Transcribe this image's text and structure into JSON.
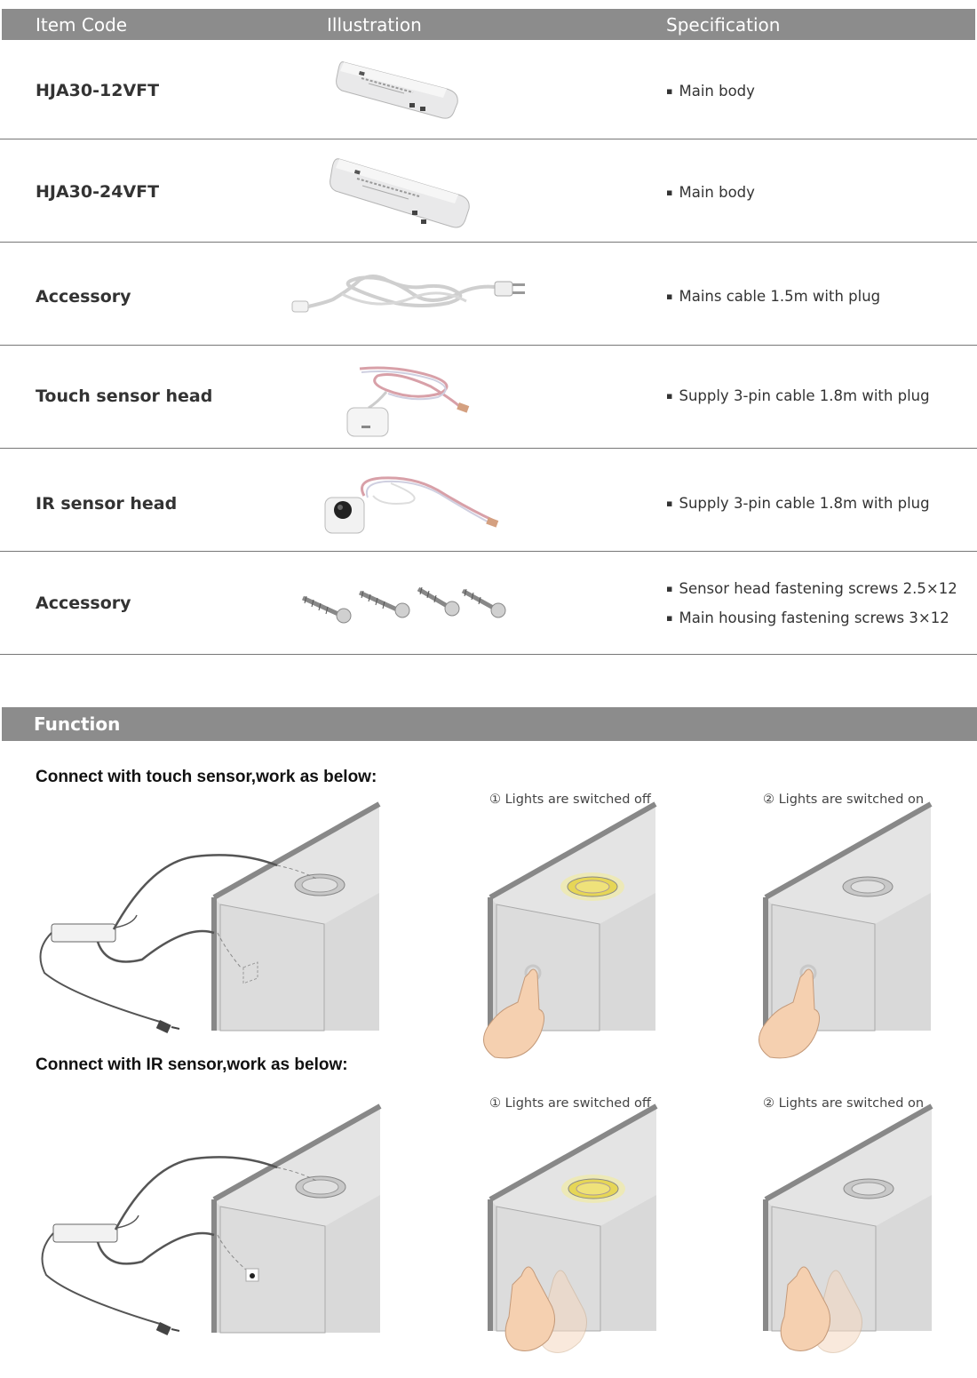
{
  "table": {
    "headers": {
      "code": "Item Code",
      "illustration": "Illustration",
      "specification": "Specification"
    },
    "rows": [
      {
        "code": "HJA30-12VFT",
        "specs": [
          "Main body"
        ]
      },
      {
        "code": "HJA30-24VFT",
        "specs": [
          "Main body"
        ]
      },
      {
        "code": "Accessory",
        "specs": [
          "Mains cable 1.5m with  plug"
        ]
      },
      {
        "code": "Touch sensor head",
        "specs": [
          "Supply 3-pin cable 1.8m  with plug"
        ]
      },
      {
        "code": "IR sensor head",
        "specs": [
          "Supply 3-pin cable 1.8m  with plug"
        ]
      },
      {
        "code": "Accessory",
        "specs": [
          "Sensor head fastening screws 2.5×12",
          "Main housing  fastening screws 3×12"
        ]
      }
    ]
  },
  "function": {
    "header": "Function",
    "touch": {
      "title": "Connect with touch sensor,work as below:",
      "step1": "① Lights are switched off",
      "step2": "② Lights are switched on"
    },
    "ir": {
      "title": "Connect with IR sensor,work as below:",
      "step1": "① Lights are switched off",
      "step2": "② Lights are switched on"
    }
  },
  "colors": {
    "header_bg": "#8c8c8c",
    "cabinet": "#dcdcdc",
    "light_on": "#e8d860"
  }
}
